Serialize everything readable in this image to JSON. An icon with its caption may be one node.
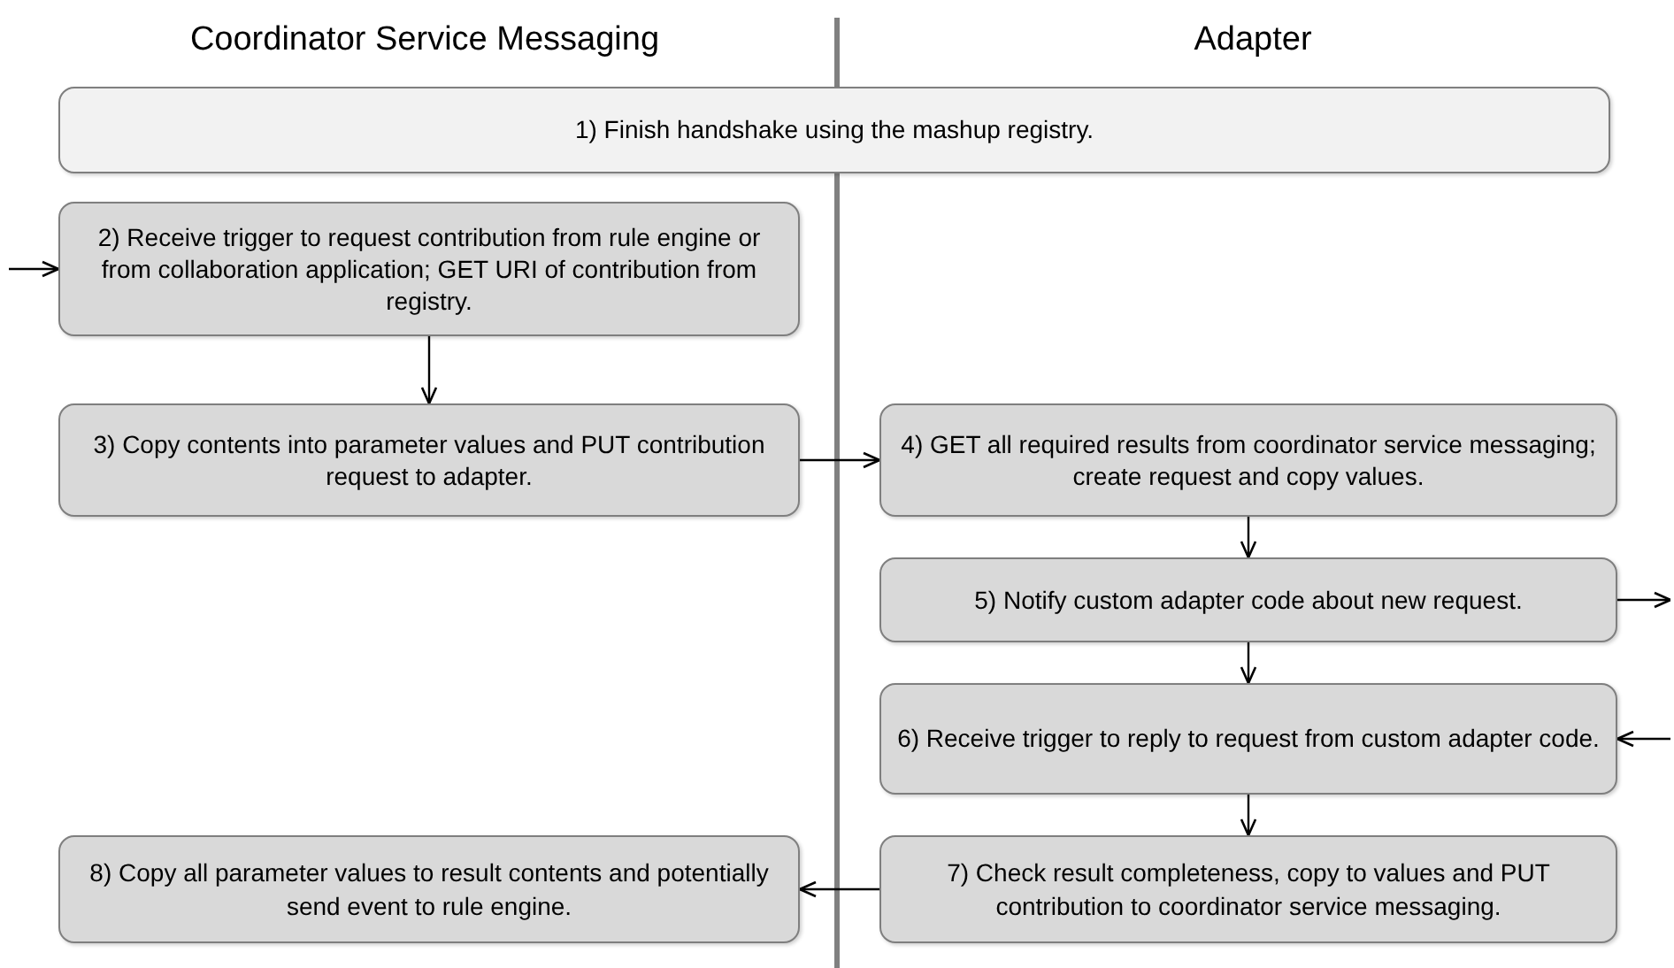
{
  "diagram": {
    "nodes": [
      {
        "text": [
          "1) Finish handshake using the mashup registry."
        ]
      },
      {
        "text": [
          "2) Receive trigger to request contribution from rule engine or from collaboration application; GET URI of contribution from registry."
        ]
      },
      {
        "text": [
          "3) Copy contents into parameter values and PUT contribution request to adapter."
        ]
      },
      {
        "text": [
          "4) GET all required results from coordinator service messaging; create request and copy values."
        ]
      },
      {
        "text": [
          "5) Notify custom adapter code about new request."
        ]
      },
      {
        "text": [
          "6) Receive trigger to reply to request from custom adapter code."
        ]
      },
      {
        "text": [
          "7) Check result completeness, copy to values and PUT contribution to coordinator service messaging."
        ]
      },
      {
        "text": [
          "8) Copy all parameter values to result contents and potentially send event to rule engine."
        ]
      }
    ],
    "edges": [
      {
        "from": null,
        "to": 1,
        "arrow": "to"
      },
      {
        "from": 1,
        "to": 2,
        "arrow": "to"
      },
      {
        "from": 2,
        "to": 3,
        "arrow": "to"
      },
      {
        "from": 3,
        "to": 4,
        "arrow": "to"
      },
      {
        "from": 4,
        "to": null,
        "arrow": "to"
      },
      {
        "from": null,
        "to": 5,
        "arrow": "to"
      },
      {
        "from": 4,
        "to": 5,
        "arrow": "to"
      },
      {
        "from": 5,
        "to": 6,
        "arrow": "to"
      },
      {
        "from": 6,
        "to": 7,
        "arrow": "to"
      }
    ],
    "labels": [
      "Coordinator Service Messaging",
      "Adapter"
    ]
  }
}
